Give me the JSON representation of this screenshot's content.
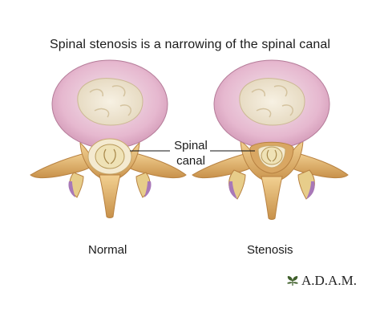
{
  "title": "Spinal stenosis is a narrowing of the spinal canal",
  "callout": {
    "line1": "Spinal",
    "line2": "canal"
  },
  "labels": {
    "normal": "Normal",
    "stenosis": "Stenosis"
  },
  "logo": {
    "text": "A.D.A.M.",
    "icon": "adam-leaf-icon"
  },
  "colors": {
    "disc_outer": "#e6b8cf",
    "disc_inner": "#f1ead8",
    "bone": "#e8c07a",
    "bone_shadow": "#c8914a",
    "ligament": "#a878b8",
    "cord": "#efe2b6"
  }
}
